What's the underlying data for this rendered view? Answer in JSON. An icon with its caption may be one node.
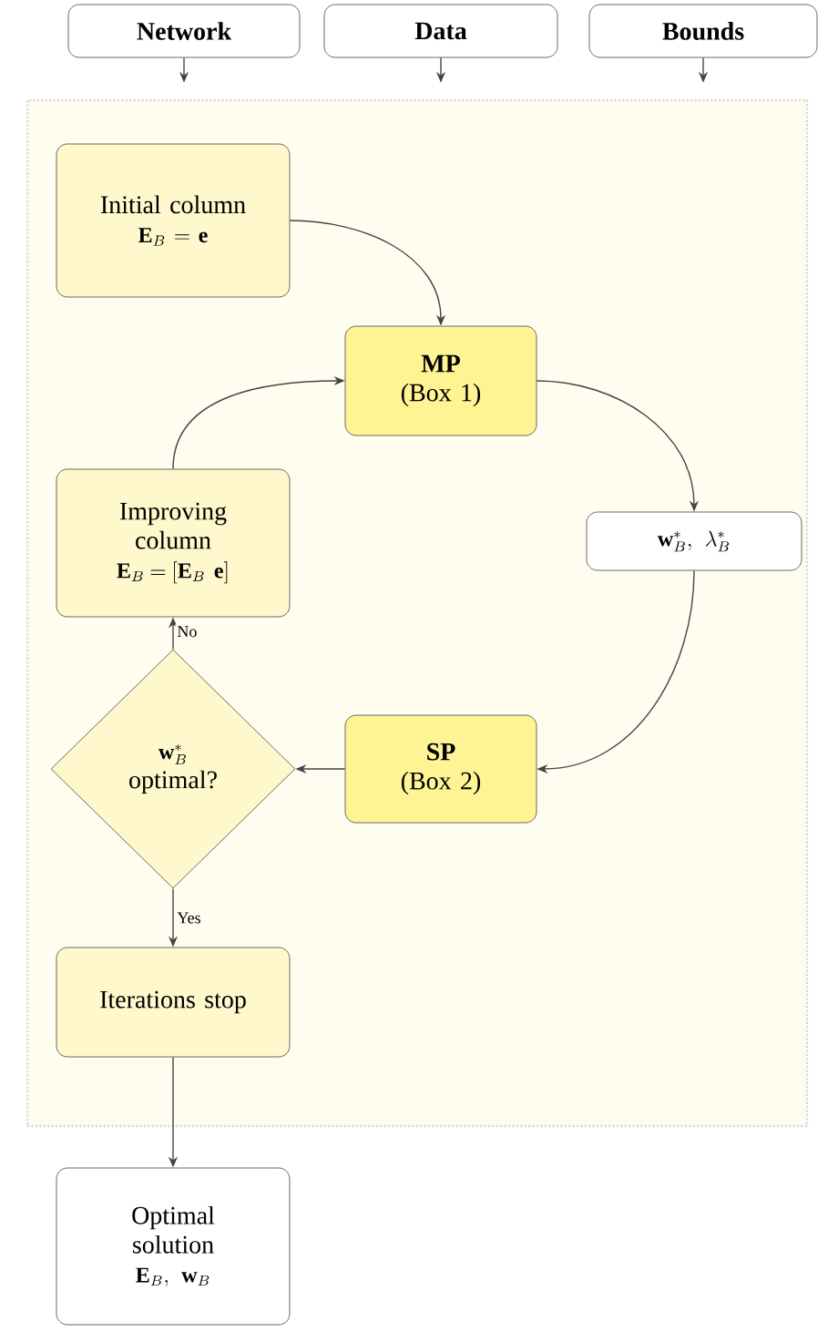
{
  "diagram": {
    "nodes": [
      {
        "text": [
          "Network"
        ]
      },
      {
        "text": [
          "Data"
        ]
      },
      {
        "text": [
          "Bounds"
        ]
      },
      {
        "text": [],
        "shape": "box"
      },
      {
        "text": [
          "Initial column",
          "\\mathbf{E}_B\\!=\\!\\mathbf{e}"
        ],
        "in": 3
      },
      {
        "text": [
          "MP",
          "(Box 1)"
        ],
        "in": 3
      },
      {
        "text": [
          "\\mathbf{w}_B^*,\\ \\lambda_B^*"
        ],
        "in": 3
      },
      {
        "text": [
          "Improving column",
          "\\mathbf{E}_B\\!=\\![\\mathbf{E}_B\\ \\mathbf{e}]"
        ],
        "in": 3
      },
      {
        "text": [
          "\\mathbf{w}_B^*",
          "optimal?"
        ],
        "in": 3
      },
      {
        "text": [
          "SP",
          "(Box 2)"
        ],
        "in": 3
      },
      {
        "text": [
          "Iterations stop"
        ],
        "in": 3
      },
      {
        "text": [
          "Optimal solution",
          "\\mathbf{E}_B,\\ \\mathbf{w}_B"
        ]
      }
    ],
    "edges": [
      {
        "from": 0,
        "to": 3,
        "arrow": "to"
      },
      {
        "from": 1,
        "to": 3,
        "arrow": "to"
      },
      {
        "from": 2,
        "to": 3,
        "arrow": "to"
      },
      {
        "from": 4,
        "to": 5,
        "arrow": "to"
      },
      {
        "from": 7,
        "to": 5,
        "arrow": "to"
      },
      {
        "from": 5,
        "to": 6,
        "arrow": "to"
      },
      {
        "from": 6,
        "to": 9,
        "arrow": "to"
      },
      {
        "from": 9,
        "to": 8,
        "arrow": "to"
      },
      {
        "from": 8,
        "to": 7,
        "arrow": "to",
        "label": "No"
      },
      {
        "from": 8,
        "to": 10,
        "arrow": "to",
        "label": "Yes"
      },
      {
        "from": 10,
        "to": 11,
        "arrow": "to"
      }
    ]
  }
}
